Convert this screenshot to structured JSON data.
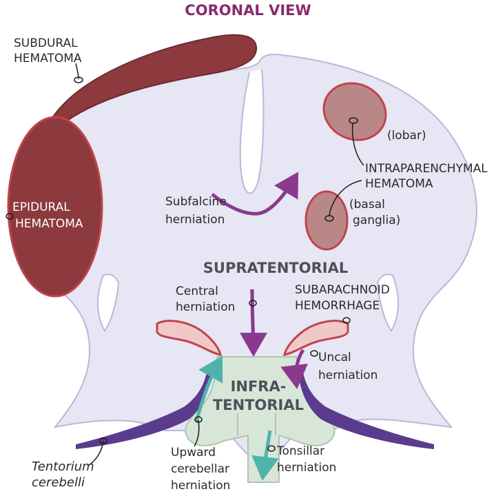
{
  "title": "CORONAL VIEW",
  "labels": {
    "subdural_1": "SUBDURAL",
    "subdural_2": "HEMATOMA",
    "epidural_1": "EPIDURAL",
    "epidural_2": "HEMATOMA",
    "lobar": "(lobar)",
    "intraparenchymal_1": "INTRAPARENCHYMAL",
    "intraparenchymal_2": "HEMATOMA",
    "basal_1": "(basal",
    "basal_2": "ganglia)",
    "subfalcine_1": "Subfalcine",
    "subfalcine_2": "herniation",
    "supratentorial": "SUPRATENTORIAL",
    "central_1": "Central",
    "central_2": "herniation",
    "subarachnoid_1": "SUBARACHNOID",
    "subarachnoid_2": "HEMORRHAGE",
    "uncal_1": "Uncal",
    "uncal_2": "herniation",
    "infra_1": "INFRA-",
    "infra_2": "TENTORIAL",
    "tentorium_1": "Tentorium",
    "tentorium_2": "cerebelli",
    "upward_1": "Upward",
    "upward_2": "cerebellar",
    "upward_3": "herniation",
    "tonsillar_1": "Tonsillar",
    "tonsillar_2": "herniation"
  },
  "colors": {
    "brain_fill": "#e6e6f4",
    "brain_stroke": "#b8b8d8",
    "hematoma_dark": "#8c3a3e",
    "hematoma_stroke": "#c0444c",
    "hematoma_light": "#b98786",
    "cerebellum_fill": "#d8e6d8",
    "purple_arrow": "#8a3a8e",
    "teal_arrow": "#4fb3ab",
    "tentorium": "#5b3b8e",
    "uncus_fill": "#f0c8c8"
  }
}
